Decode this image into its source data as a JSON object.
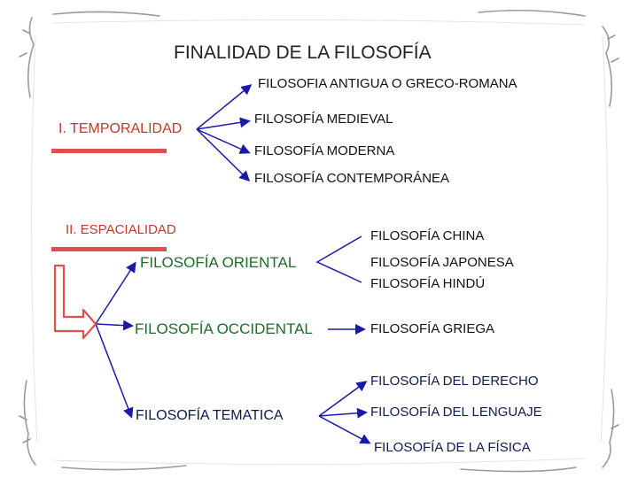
{
  "title": "FINALIDAD DE LA FILOSOFÍA",
  "temporalidad": {
    "label": "I. TEMPORALIDAD",
    "items": [
      "FILOSOFIA ANTIGUA O GRECO-ROMANA",
      "FILOSOFÍA MEDIEVAL",
      "FILOSOFÍA MODERNA",
      "FILOSOFÍA CONTEMPORÁNEA"
    ]
  },
  "espacialidad": {
    "label": "II. ESPACIALIDAD",
    "oriental": {
      "label": "FILOSOFÍA ORIENTAL",
      "items": [
        "FILOSOFÍA CHINA",
        "FILOSOFÍA JAPONESA",
        "FILOSOFÍA HINDÚ"
      ]
    },
    "occidental": {
      "label": "FILOSOFÍA OCCIDENTAL",
      "items": [
        "FILOSOFÍA GRIEGA"
      ]
    },
    "tematica": {
      "label": "FILOSOFÍA TEMATICA",
      "items": [
        "FILOSOFÍA DEL DERECHO",
        "FILOSOFÍA DEL LENGUAJE",
        "FILOSOFÍA DE LA FÍSICA"
      ]
    }
  },
  "colors": {
    "accent_red": "#e05050",
    "arrow_blue": "#1a1aa8",
    "text_green": "#1f6b2a",
    "text_red": "#c0392b"
  }
}
